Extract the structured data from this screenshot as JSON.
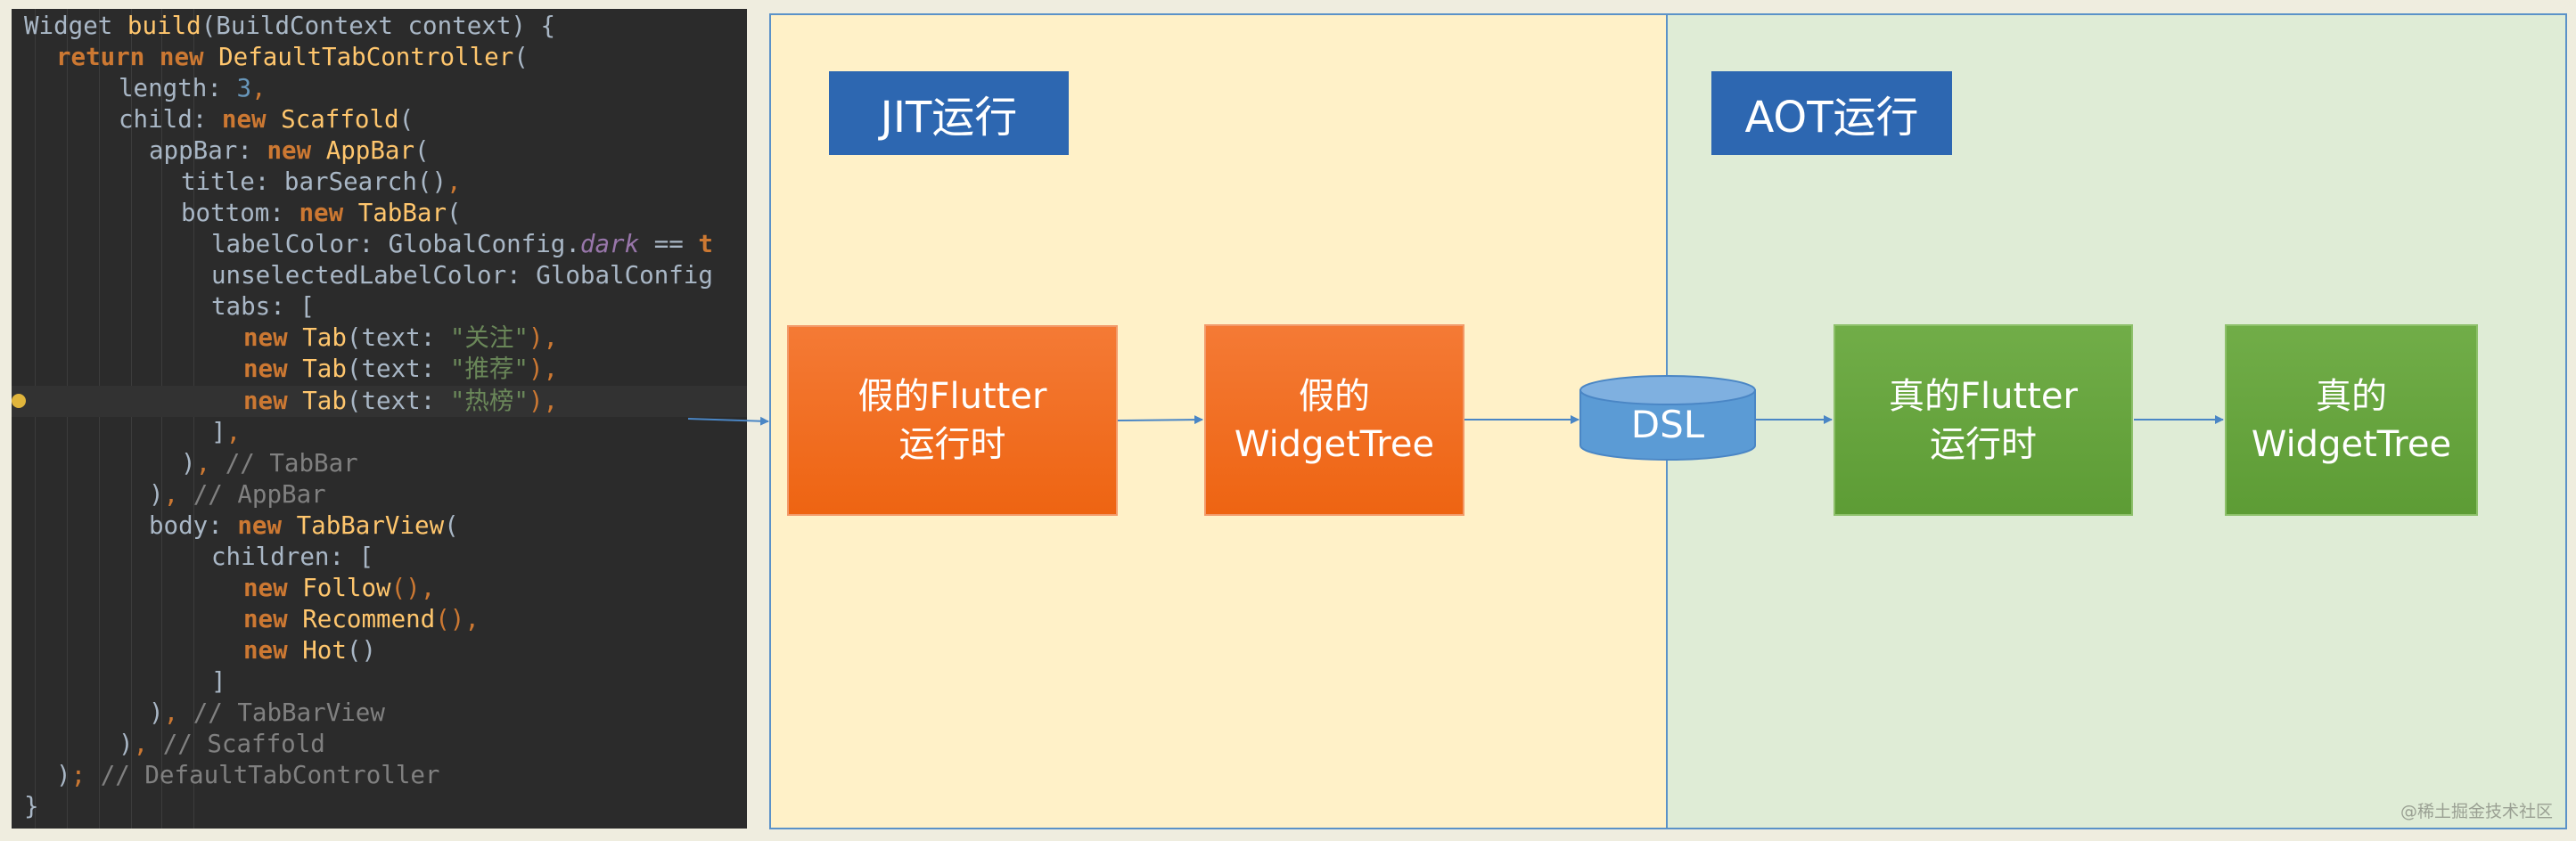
{
  "code": {
    "line1": {
      "a": "Widget ",
      "b": "build",
      "c": "(BuildContext context) {"
    },
    "line2": {
      "a": "return new ",
      "b": "DefaultTabController",
      "c": "("
    },
    "line3": {
      "a": "length: ",
      "b": "3",
      "c": ","
    },
    "line4": {
      "a": "child: ",
      "b": "new ",
      "c": "Scaffold",
      "d": "("
    },
    "line5": {
      "a": "appBar: ",
      "b": "new ",
      "c": "AppBar",
      "d": "("
    },
    "line6": {
      "a": "title: barSearch()",
      "b": ","
    },
    "line7": {
      "a": "bottom: ",
      "b": "new ",
      "c": "TabBar",
      "d": "("
    },
    "line8": {
      "a": "labelColor: GlobalConfig.",
      "b": "dark",
      "c": " == ",
      "d": "t"
    },
    "line9": {
      "a": "unselectedLabelColor: GlobalConfig"
    },
    "line10": {
      "a": "tabs: ["
    },
    "line11": {
      "a": "new ",
      "b": "Tab",
      "c": "(text: ",
      "d": "\"关注\"",
      "e": "),"
    },
    "line12": {
      "a": "new ",
      "b": "Tab",
      "c": "(text: ",
      "d": "\"推荐\"",
      "e": "),"
    },
    "line13": {
      "a": "new ",
      "b": "Tab",
      "c": "(text: ",
      "d": "\"热榜\"",
      "e": "),"
    },
    "line14": {
      "a": "]",
      "b": ","
    },
    "line15": {
      "a": ")",
      "b": ", ",
      "c": "// TabBar"
    },
    "line16": {
      "a": ")",
      "b": ", ",
      "c": "// AppBar"
    },
    "line17": {
      "a": "body: ",
      "b": "new ",
      "c": "TabBarView",
      "d": "("
    },
    "line18": {
      "a": "children: ["
    },
    "line19": {
      "a": "new ",
      "b": "Follow",
      "c": "(),"
    },
    "line20": {
      "a": "new ",
      "b": "Recommend",
      "c": "(),"
    },
    "line21": {
      "a": "new ",
      "b": "Hot",
      "c": "()"
    },
    "line22": {
      "a": "]"
    },
    "line23": {
      "a": ")",
      "b": ", ",
      "c": "// TabBarView"
    },
    "line24": {
      "a": ")",
      "b": ", ",
      "c": "// Scaffold"
    },
    "line25": {
      "a": ")",
      "b": "; ",
      "c": "// DefaultTabController"
    },
    "line26": {
      "a": "}"
    }
  },
  "diagram": {
    "jit_title": "JIT运行",
    "aot_title": "AOT运行",
    "fake_runtime": {
      "line1": "假的Flutter",
      "line2": "运行时"
    },
    "fake_tree": {
      "line1": "假的",
      "line2": "WidgetTree"
    },
    "dsl": "DSL",
    "real_runtime": {
      "line1": "真的Flutter",
      "line2": "运行时"
    },
    "real_tree": {
      "line1": "真的",
      "line2": "WidgetTree"
    }
  },
  "colors": {
    "editor_bg": "#2b2b2b",
    "jit_bg": "#fff1c8",
    "aot_bg": "#dfecd6",
    "title_blue": "#2d67b1",
    "orange": "#ee6412",
    "green": "#5d9c35",
    "arrow": "#4a86c5",
    "dsl_blue": "#5b9bd5"
  },
  "watermark": "@稀土掘金技术社区"
}
